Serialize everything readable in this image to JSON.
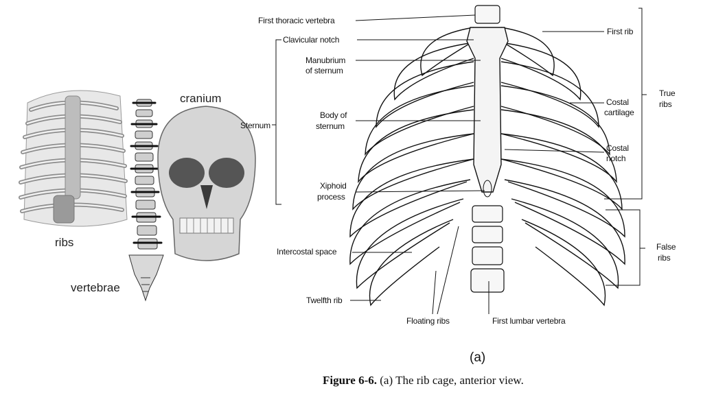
{
  "left_panel": {
    "ribs_label": "ribs",
    "vertebrae_label": "vertebrae",
    "cranium_label": "cranium"
  },
  "diagram": {
    "labels": {
      "first_thoracic_vertebra": "First thoracic vertebra",
      "clavicular_notch": "Clavicular notch",
      "manubrium_line1": "Manubrium",
      "manubrium_line2": "of sternum",
      "sternum": "Sternum",
      "body_line1": "Body of",
      "body_line2": "sternum",
      "xiphoid_line1": "Xiphoid",
      "xiphoid_line2": "process",
      "intercostal_space": "Intercostal space",
      "twelfth_rib": "Twelfth rib",
      "floating_ribs": "Floating ribs",
      "first_lumbar_vertebra": "First lumbar vertebra",
      "first_rib": "First rib",
      "costal_cartilage_line1": "Costal",
      "costal_cartilage_line2": "cartilage",
      "costal_notch_line1": "Costal",
      "costal_notch_line2": "notch",
      "true_ribs_line1": "True",
      "true_ribs_line2": "ribs",
      "false_ribs_line1": "False",
      "false_ribs_line2": "ribs"
    }
  },
  "caption": {
    "panel_letter": "(a)",
    "figure_number": "Figure 6-6.",
    "figure_text": " (a) The rib cage, anterior view."
  }
}
